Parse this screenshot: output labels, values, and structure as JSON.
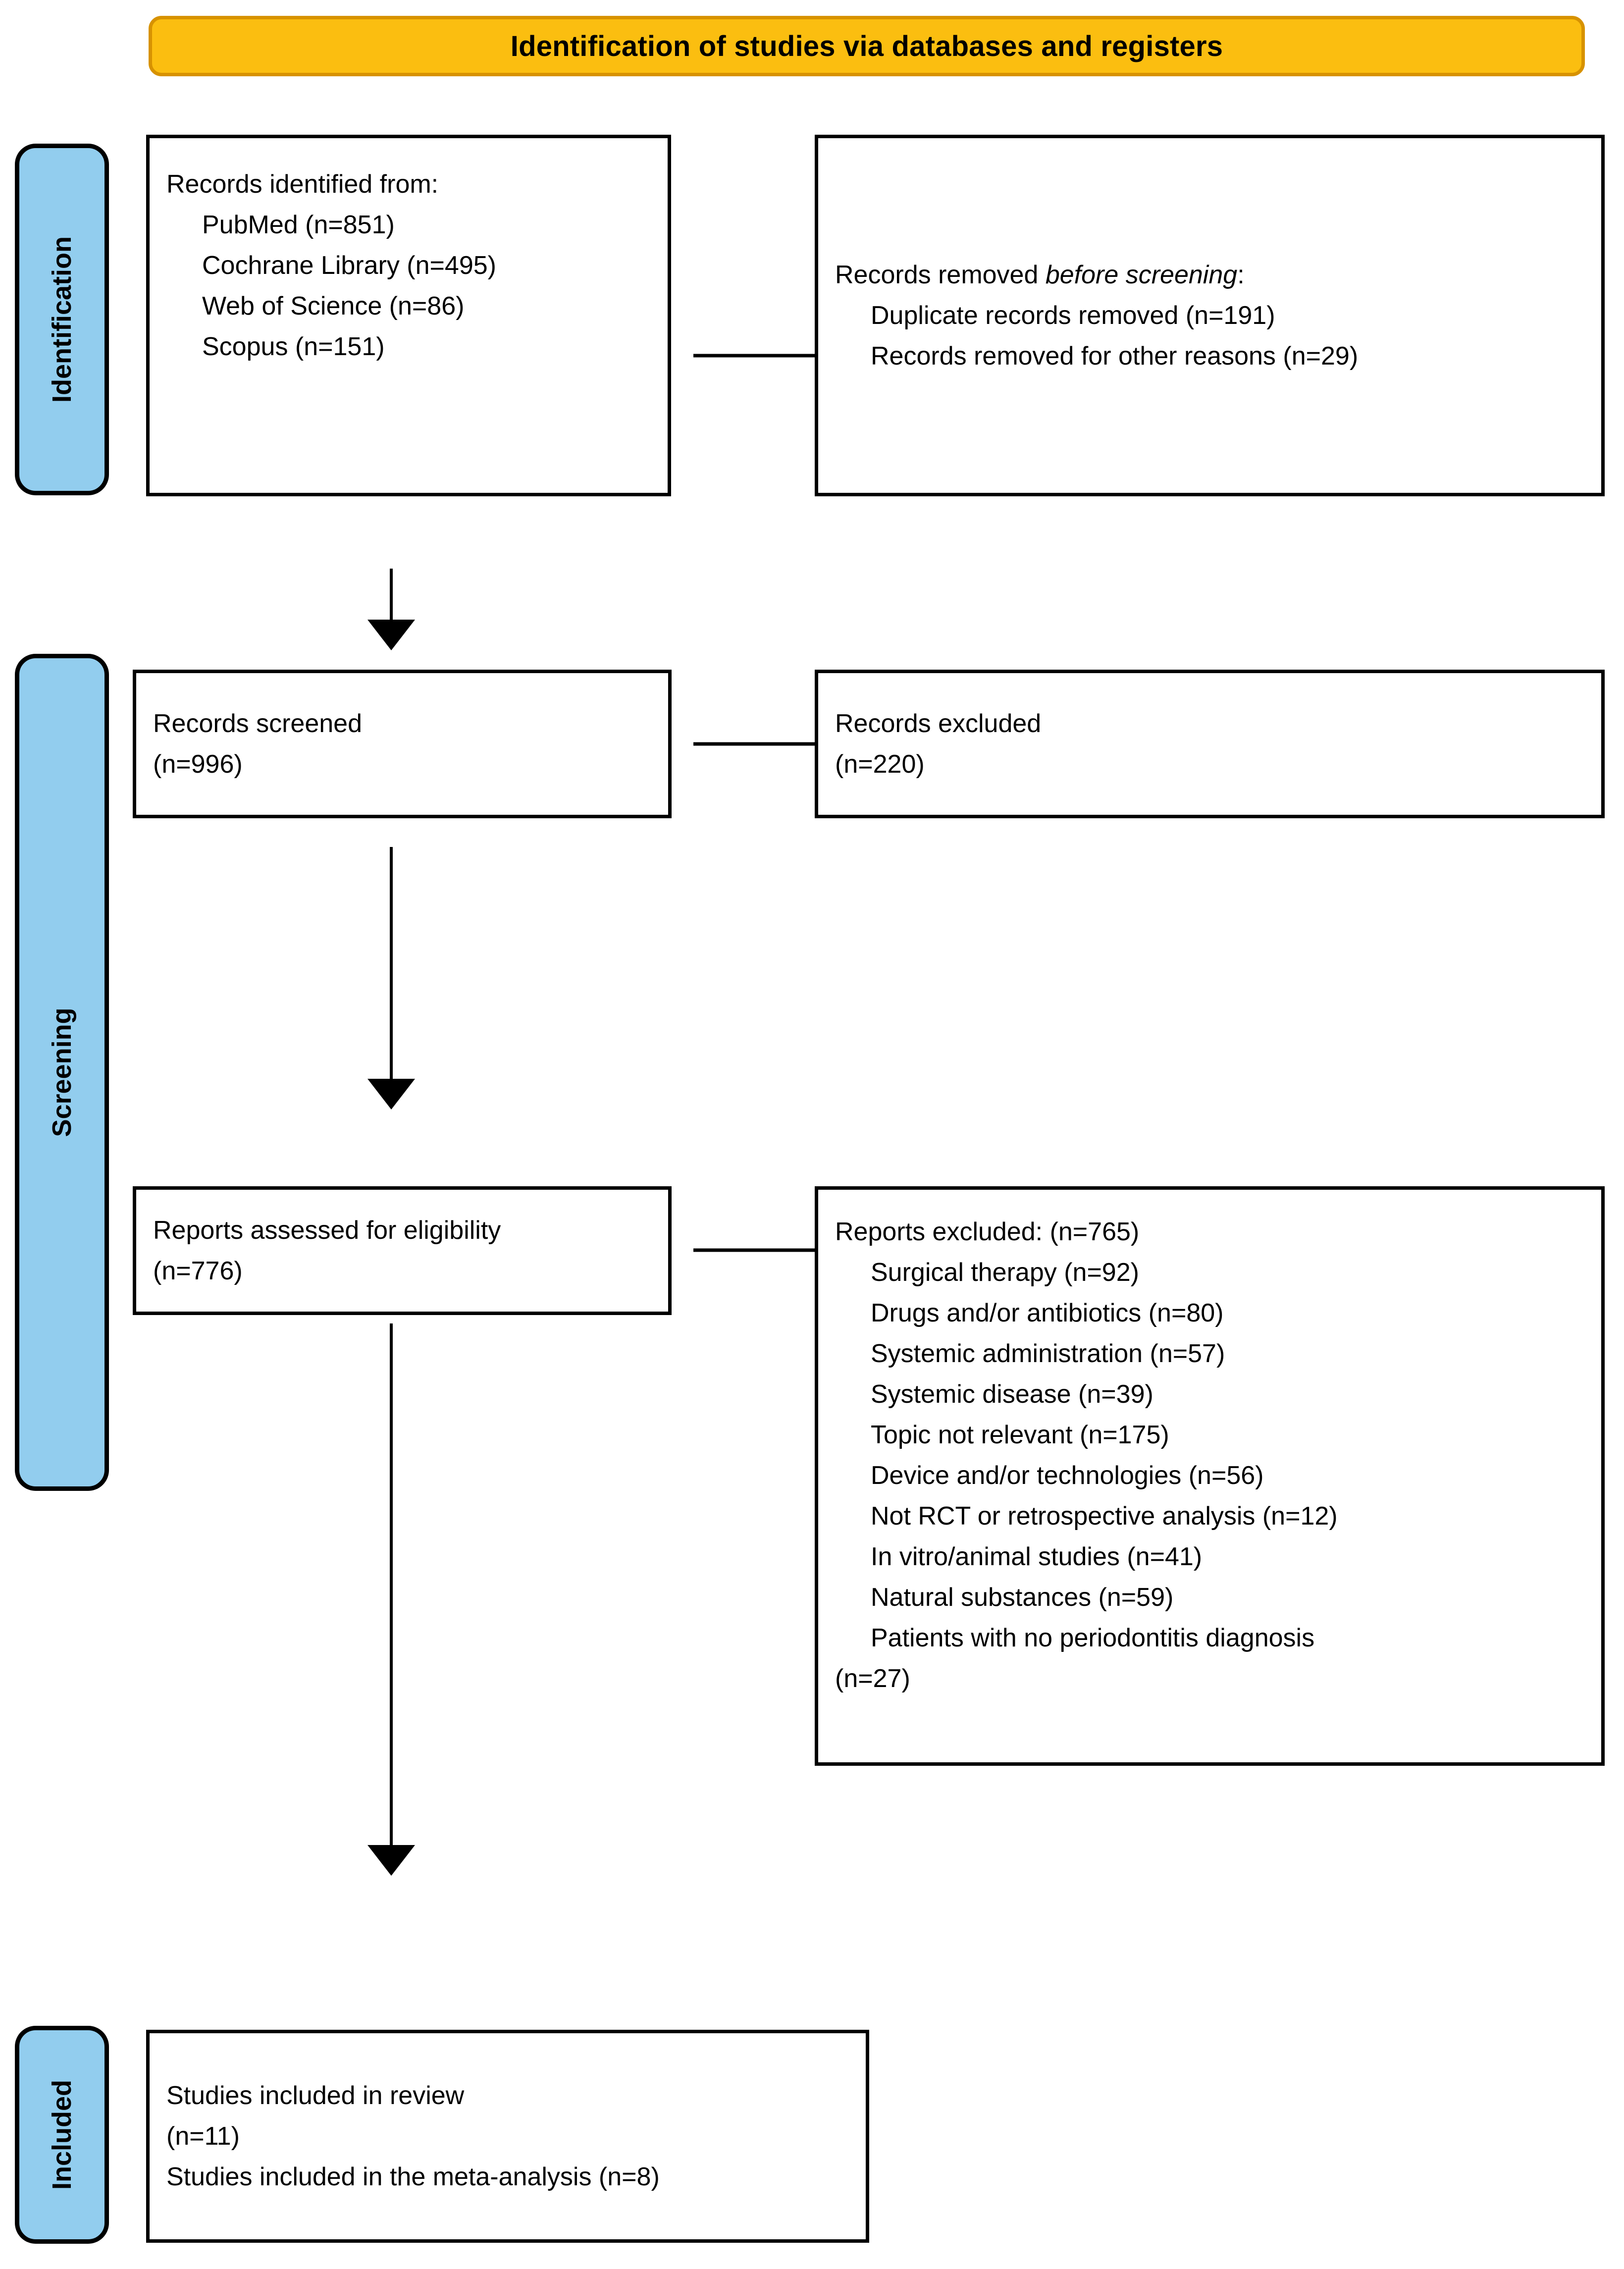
{
  "banner": {
    "title": "Identification of studies via databases and registers"
  },
  "stages": [
    {
      "key": "identification",
      "label": "Identification"
    },
    {
      "key": "screening",
      "label": "Screening"
    },
    {
      "key": "included",
      "label": "Included"
    }
  ],
  "boxes": {
    "identified": {
      "heading": "Records identified from:",
      "items": [
        "PubMed (n=851)",
        "Cochrane Library (n=495)",
        "Web of Science (n=86)",
        "Scopus (n=151)"
      ]
    },
    "removed_before_screening": {
      "heading_prefix": "Records removed ",
      "heading_italic": "before screening",
      "heading_suffix": ":",
      "items": [
        "Duplicate records removed (n=191)",
        "Records removed for other reasons (n=29)"
      ]
    },
    "records_screened": {
      "line1": "Records screened",
      "line2": "(n=996)"
    },
    "records_excluded": {
      "line1": "Records excluded",
      "line2": "(n=220)"
    },
    "reports_assessed": {
      "line1": "Reports assessed for eligibility",
      "line2": "(n=776)"
    },
    "reports_excluded": {
      "heading": "Reports excluded: (n=765)",
      "items": [
        "Surgical therapy (n=92)",
        "Drugs and/or antibiotics (n=80)",
        "Systemic administration (n=57)",
        "Systemic disease (n=39)",
        "Topic not relevant (n=175)",
        "Device and/or technologies (n=56)",
        "Not RCT or retrospective analysis (n=12)",
        "In vitro/animal studies (n=41)",
        "Natural substances (n=59)"
      ],
      "last_item_justified": "Patients with no periodontitis diagnosis",
      "last_item_wrap": "(n=27)"
    },
    "included": {
      "line1": "Studies included in review",
      "line2": "(n=11)",
      "line3": "Studies included in the meta-analysis (n=8)"
    }
  },
  "colors": {
    "banner_fill": "#FBBE10",
    "banner_border": "#D79200",
    "stage_tab_fill": "#92CDEE",
    "box_border": "#000000",
    "text": "#000000",
    "background": "#FFFFFF"
  }
}
